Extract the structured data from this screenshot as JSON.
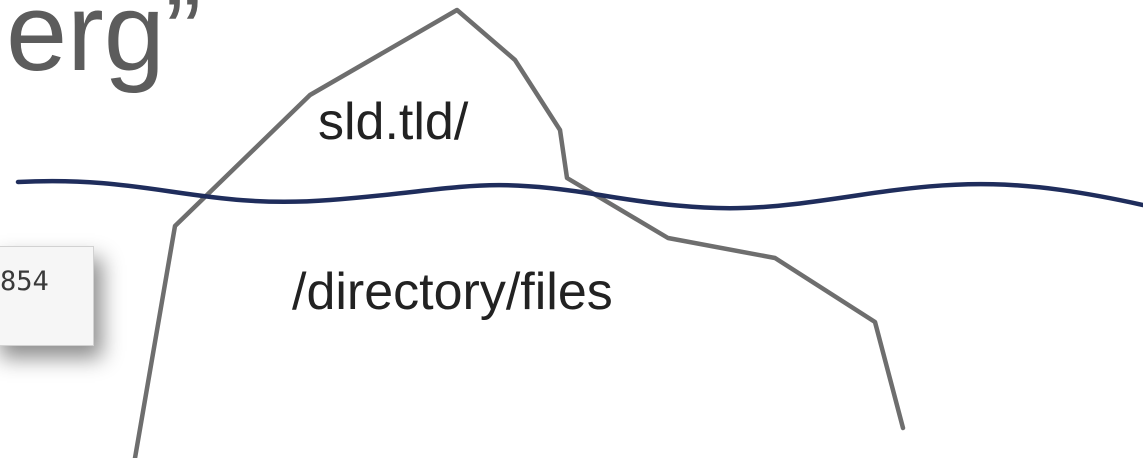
{
  "title_fragment": "erg”",
  "labels": {
    "above_water": "sld.tld/",
    "below_water": "/directory/files"
  },
  "snippet": {
    "text": "854"
  },
  "colors": {
    "title": "#5c5c5c",
    "iceberg_outline": "#6e6e6e",
    "waterline": "#1f2d5c",
    "label_text": "#222222"
  }
}
